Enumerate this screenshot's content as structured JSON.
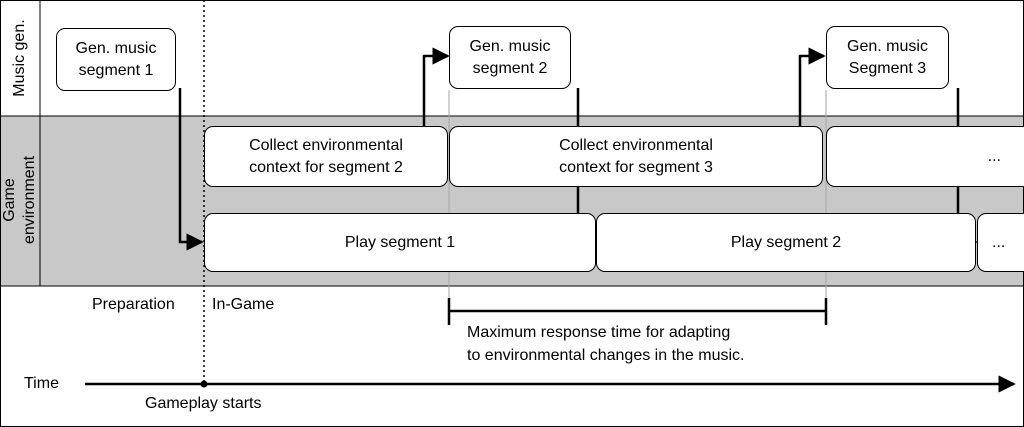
{
  "lanes": {
    "music_gen": "Music gen.",
    "game_env_line1": "Game",
    "game_env_line2": "environment"
  },
  "music_boxes": [
    {
      "line1": "Gen. music",
      "line2": "segment 1"
    },
    {
      "line1": "Gen. music",
      "line2": "segment 2"
    },
    {
      "line1": "Gen. music",
      "line2": "Segment 3"
    }
  ],
  "collect_boxes": [
    {
      "line1": "Collect environmental",
      "line2": "context for segment 2"
    },
    {
      "line1": "Collect environmental",
      "line2": "context for segment 3"
    },
    {
      "line1": "...",
      "line2": ""
    }
  ],
  "play_boxes": [
    {
      "label": "Play segment 1"
    },
    {
      "label": "Play segment 2"
    },
    {
      "label": "..."
    }
  ],
  "phases": {
    "preparation": "Preparation",
    "in_game": "In-Game"
  },
  "response": {
    "line1": "Maximum response time for adapting",
    "line2": "to environmental changes in the music."
  },
  "timeline": {
    "label": "Time",
    "start": "Gameplay starts"
  },
  "colors": {
    "env_band": "#c8c8c8",
    "stroke": "#000000",
    "thin_line": "#a6a6a6"
  }
}
